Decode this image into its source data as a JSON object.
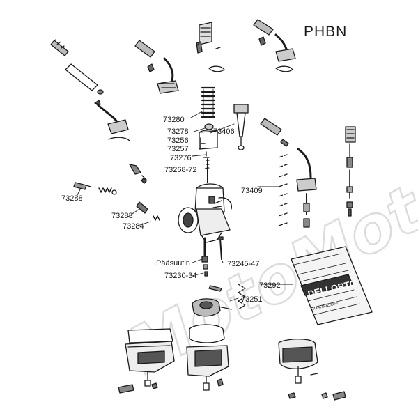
{
  "title": "PHBN",
  "watermark": "MotoMoto",
  "colors": {
    "ink": "#1a1a1a",
    "watermark": "#d9d9d9",
    "background": "#ffffff"
  },
  "part_labels": {
    "p73280": "73280",
    "p73278": "73278",
    "p73406": "73406",
    "p73256": "73256",
    "p73257": "73257",
    "p73276": "73276",
    "p73268": "73268-72",
    "p73409": "73409",
    "p73288": "73288",
    "p73283": "73283",
    "p73284": "73284",
    "paasuutin": "Pääsuutin",
    "p73245": "73245-47",
    "p73230": "73230-34",
    "p73292": "73292",
    "p73251": "73251"
  },
  "packet": {
    "brand": "DELLORTO",
    "text_line": "GUARNIZIONI"
  }
}
